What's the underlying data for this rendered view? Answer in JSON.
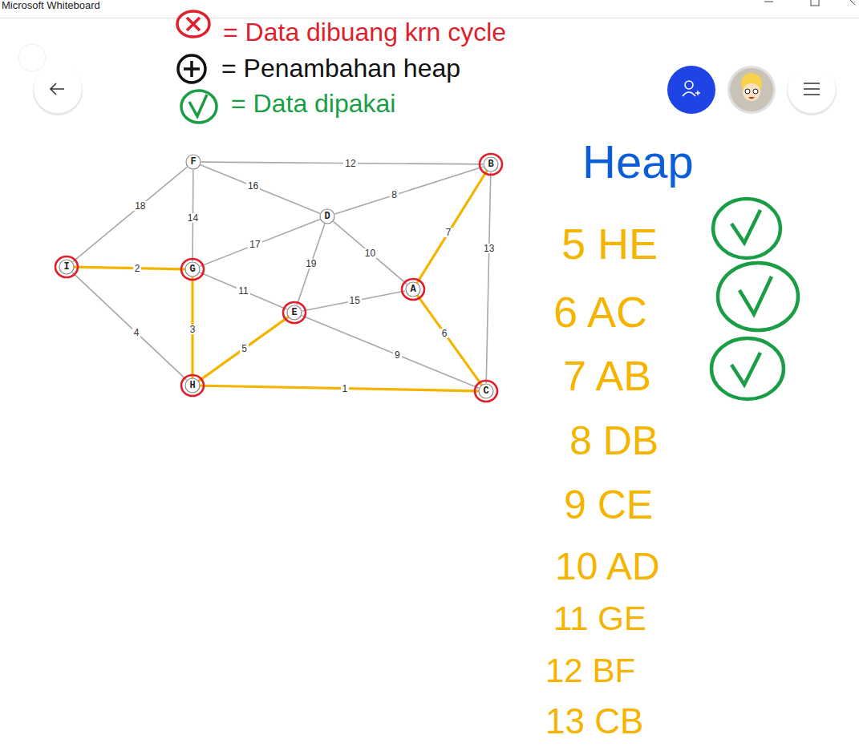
{
  "diagram": {
    "nodes": [
      {
        "text": [
          "F"
        ]
      },
      {
        "text": [
          "B"
        ]
      },
      {
        "text": [
          "D"
        ]
      },
      {
        "text": [
          "I"
        ]
      },
      {
        "text": [
          "G"
        ]
      },
      {
        "text": [
          "A"
        ]
      },
      {
        "text": [
          "E"
        ]
      },
      {
        "text": [
          "H"
        ]
      },
      {
        "text": [
          "C"
        ]
      }
    ],
    "edges": [
      {
        "from": 0,
        "to": 1,
        "arrow": "none",
        "label": "12"
      },
      {
        "from": 0,
        "to": 2,
        "arrow": "none",
        "label": "16"
      },
      {
        "from": 0,
        "to": 3,
        "arrow": "none",
        "label": "18"
      },
      {
        "from": 0,
        "to": 4,
        "arrow": "none",
        "label": "14"
      },
      {
        "from": 1,
        "to": 2,
        "arrow": "none",
        "label": "8"
      },
      {
        "from": 1,
        "to": 5,
        "arrow": "none",
        "label": "7"
      },
      {
        "from": 1,
        "to": 8,
        "arrow": "none",
        "label": "13"
      },
      {
        "from": 2,
        "to": 4,
        "arrow": "none",
        "label": "17"
      },
      {
        "from": 2,
        "to": 6,
        "arrow": "none",
        "label": "19"
      },
      {
        "from": 2,
        "to": 5,
        "arrow": "none",
        "label": "10"
      },
      {
        "from": 3,
        "to": 4,
        "arrow": "none",
        "label": "2"
      },
      {
        "from": 3,
        "to": 7,
        "arrow": "none",
        "label": "4"
      },
      {
        "from": 4,
        "to": 6,
        "arrow": "none",
        "label": "11"
      },
      {
        "from": 4,
        "to": 7,
        "arrow": "none",
        "label": "3"
      },
      {
        "from": 6,
        "to": 5,
        "arrow": "none",
        "label": "15"
      },
      {
        "from": 6,
        "to": 7,
        "arrow": "none",
        "label": "5"
      },
      {
        "from": 6,
        "to": 8,
        "arrow": "none",
        "label": "9"
      },
      {
        "from": 5,
        "to": 8,
        "arrow": "none",
        "label": "6"
      },
      {
        "from": 7,
        "to": 8,
        "arrow": "none",
        "label": "1"
      }
    ],
    "labels": [
      "Microsoft Whiteboard",
      "Heap",
      "5 HE",
      "6 AC",
      "7 AB",
      "8 DB",
      "9 CE",
      "10 AD",
      "11 GE",
      "12 BF",
      "13 CB"
    ],
    "legend": [
      {
        "text": "= Data dibuang krn cycle"
      },
      {
        "text": "= Penambahan heap"
      },
      {
        "text": "= Data dipakai"
      }
    ]
  }
}
